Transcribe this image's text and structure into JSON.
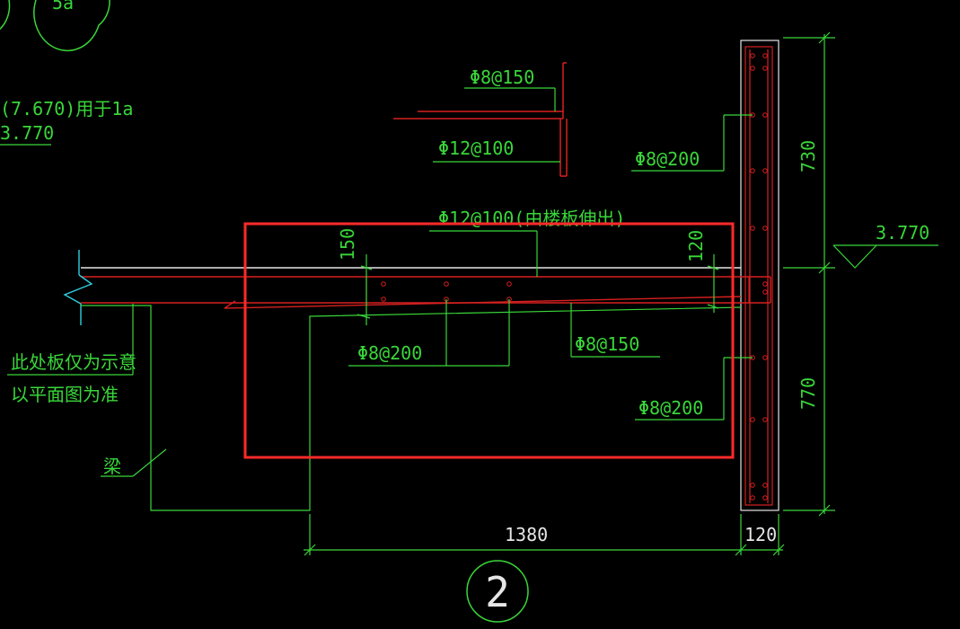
{
  "colors": {
    "background": "#000000",
    "green_lines": "#39d639",
    "red_rebar": "#d82020",
    "white_lines": "#e6e6e6",
    "highlight_box": "#ff2a2a",
    "cyan_break": "#2fd0e0"
  },
  "labels": {
    "elev_note_1": "(7.670)用于1a",
    "elev_note_2": "3.770",
    "rebar_top_1": "Φ8@150",
    "rebar_top_2": "Φ12@100",
    "rebar_side_upper": "Φ8@200",
    "rebar_from_slab": "Φ12@100(由楼板伸出)",
    "rebar_bottom_left": "Φ8@200",
    "rebar_bottom_mid": "Φ8@150",
    "rebar_side_lower": "Φ8@200",
    "slab_note_1": "此处板仅为示意",
    "slab_note_2": "以平面图为准",
    "beam_label": "梁",
    "elevation_mark": "3.770"
  },
  "dimensions": {
    "slab_thickness_left": "150",
    "slab_thickness_right": "120",
    "upper_height": "730",
    "lower_height": "770",
    "overhang_width": "1380",
    "wall_width": "120"
  },
  "detail": {
    "number": "2",
    "partial_number": "5a"
  }
}
